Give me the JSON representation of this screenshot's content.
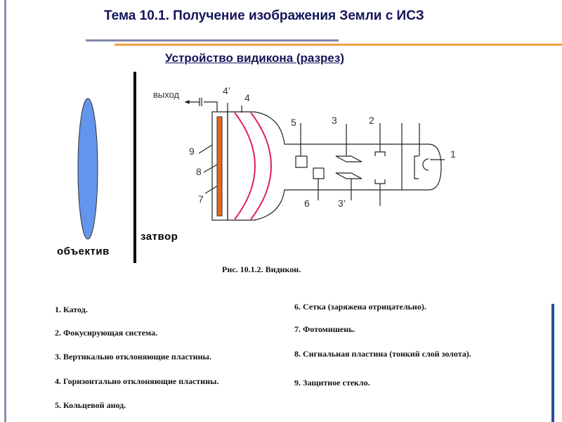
{
  "slide": {
    "title": "Тема 10.1. Получение изображения Земли с ИСЗ",
    "subtitle": "Устройство видикона (разрез)",
    "accent_colors": {
      "title": "#14145a",
      "rule_gray": "#8088a8",
      "rule_orange": "#f0a040",
      "lens": "#6495ed",
      "target": "#e8641e",
      "anode": "#e0206a"
    }
  },
  "diagram": {
    "lens_label": "объектив",
    "shutter_label": "затвор",
    "output_label": "выход",
    "part_numbers": [
      "1",
      "2",
      "3",
      "3’",
      "4",
      "4’",
      "5",
      "6",
      "7",
      "8",
      "9"
    ],
    "caption": "Рис. 10.1.2.  Видикон."
  },
  "legend": {
    "left": [
      "1. Катод.",
      "2. Фокусирующая система.",
      "3. Вертикально отклоняющие пластины.",
      "4. Горизонтально отклоняющие пластины.",
      "5. Кольцевой анод."
    ],
    "right": [
      "6. Сетка (заряжена отрицательно).",
      "7. Фотомишень.",
      "8. Сигнальная пластина (тонкий слой золота).",
      "9. Защитное стекло."
    ]
  }
}
